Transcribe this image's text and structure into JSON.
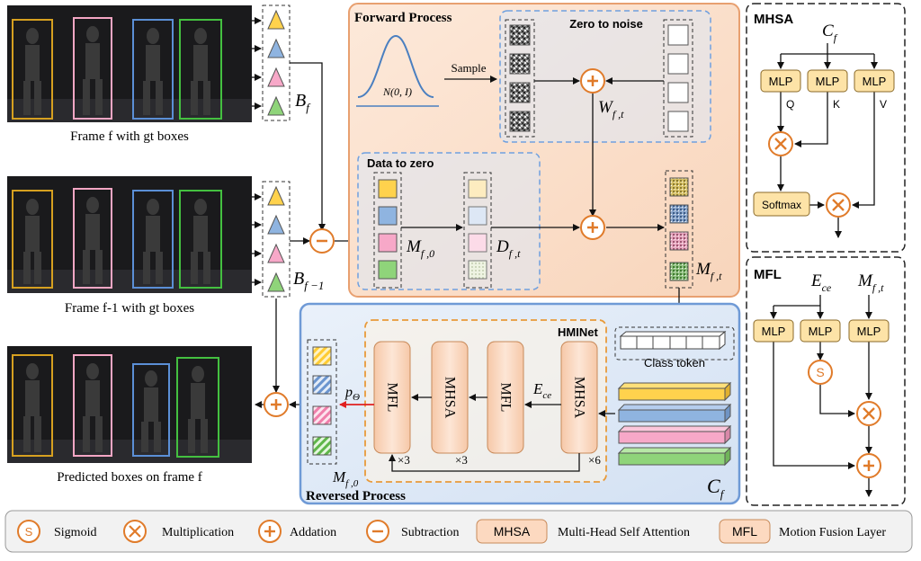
{
  "frames": {
    "current_caption": "Frame f with gt boxes",
    "prev_caption": "Frame f-1 with gt boxes",
    "pred_caption": "Predicted boxes on frame f"
  },
  "symbols": {
    "b_f": "B",
    "b_f_sub": "f",
    "b_f1": "B",
    "b_f1_sub": "f −1",
    "p_theta": "p",
    "p_theta_sub": "Θ",
    "m_f0": "M",
    "m_f0_sub": "f ,0",
    "m_f0_out": "M",
    "m_f0_out_sub": "f ,0",
    "d_ft": "D",
    "d_ft_sub": "f ,t",
    "w_ft": "W",
    "w_ft_sub": "f ,t",
    "m_ft": "M",
    "m_ft_sub": "f ,t",
    "e_ce": "E",
    "e_ce_sub": "ce",
    "c_f": "C",
    "c_f_sub": "f",
    "gaussian": "N(0, I)"
  },
  "forward": {
    "title": "Forward Process",
    "zero_to_noise": "Zero to noise",
    "data_to_zero": "Data to zero",
    "sample": "Sample"
  },
  "reversed": {
    "title": "Reversed Process",
    "hminet": "HMINet",
    "class_token": "Class token",
    "blocks": [
      "MFL",
      "MHSA",
      "MFL",
      "MHSA"
    ],
    "reps": [
      "×3",
      "×3",
      "×6"
    ]
  },
  "mhsa_panel": {
    "title": "MHSA",
    "input": "C",
    "input_sub": "f",
    "mlp": "MLP",
    "qkv": [
      "Q",
      "K",
      "V"
    ],
    "softmax": "Softmax"
  },
  "mfl_panel": {
    "title": "MFL",
    "e_ce": "E",
    "e_ce_sub": "ce",
    "m_ft": "M",
    "m_ft_sub": "f ,t",
    "mlp": "MLP",
    "s": "S"
  },
  "legend": {
    "sigmoid": "Sigmoid",
    "multiplication": "Multiplication",
    "addation": "Addation",
    "subtraction": "Subtraction",
    "mhsa_box": "MHSA",
    "mhsa_desc": "Multi-Head Self Attention",
    "mfl_box": "MFL",
    "mfl_desc": "Motion Fusion Layer"
  },
  "colors": {
    "accent": "#e07b2a",
    "yellow": "#ffd24d",
    "blue": "#8fb4e0",
    "pink": "#f7a8c8",
    "green": "#8fd47a",
    "box_fill": "#fcdcc4",
    "mlp_fill": "#fde3a7",
    "forward_bg": "#fbe5d6",
    "reverse_bg": "#dfe9f6"
  }
}
